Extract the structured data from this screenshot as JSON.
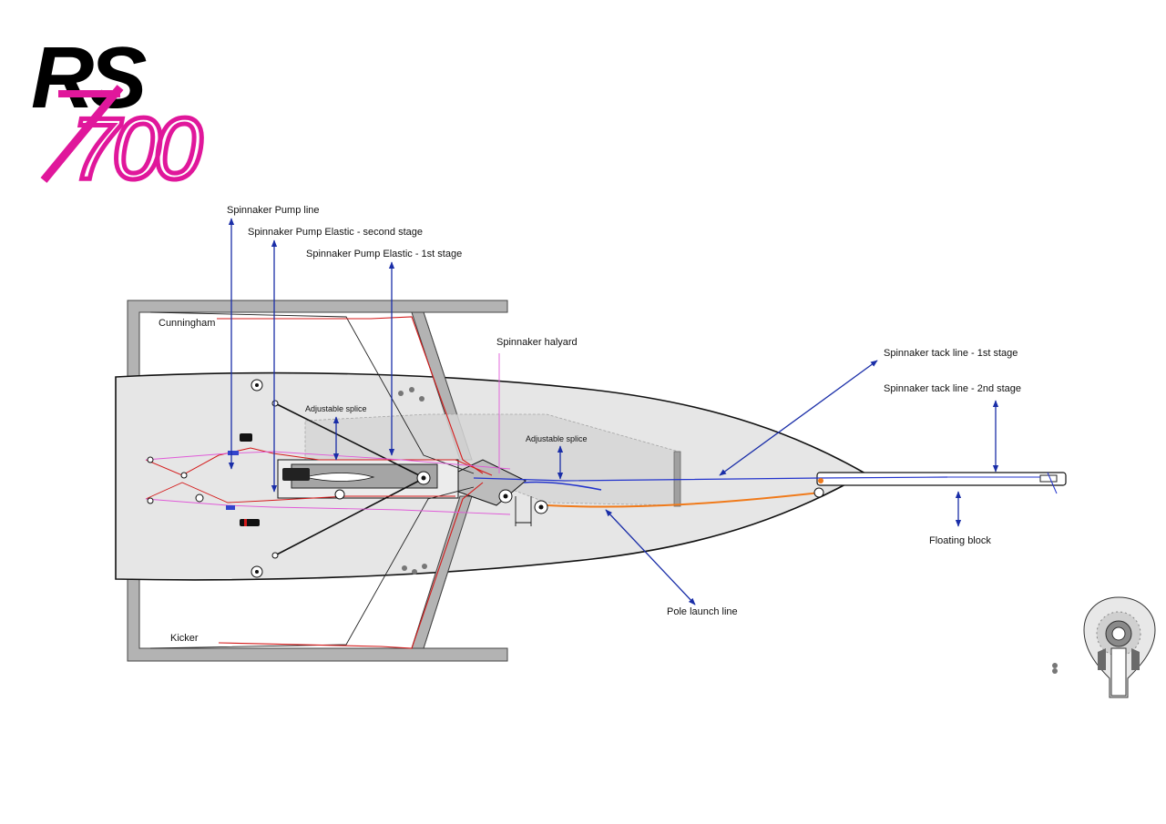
{
  "logo": {
    "brand": "RS",
    "model": "700",
    "colors": {
      "brand": "#000000",
      "model": "#e0179b"
    }
  },
  "labels": {
    "pump_line": "Spinnaker Pump line",
    "pump_elastic_second": "Spinnaker Pump Elastic - second stage",
    "pump_elastic_first": "Spinnaker Pump Elastic - 1st stage",
    "cunningham": "Cunningham",
    "kicker": "Kicker",
    "adjustable_splice_left": "Adjustable splice",
    "adjustable_splice_right": "Adjustable splice",
    "spinnaker_halyard": "Spinnaker halyard",
    "tack_line_first": "Spinnaker tack line - 1st stage",
    "tack_line_second": "Spinnaker tack line - 2nd stage",
    "floating_block": "Floating block",
    "pole_launch_line": "Pole launch line"
  },
  "colors": {
    "hull_fill": "#e6e6e6",
    "wing_fill": "#b3b3b3",
    "arrow": "#1a2ea8",
    "red_line": "#d41a1a",
    "pink_line": "#e05ad8",
    "orange_line": "#f07a1a",
    "blue_line": "#2233cc"
  },
  "icons": {
    "block": "pulley-block-icon",
    "cleat": "cam-cleat-icon",
    "shackle": "shackle-icon"
  }
}
